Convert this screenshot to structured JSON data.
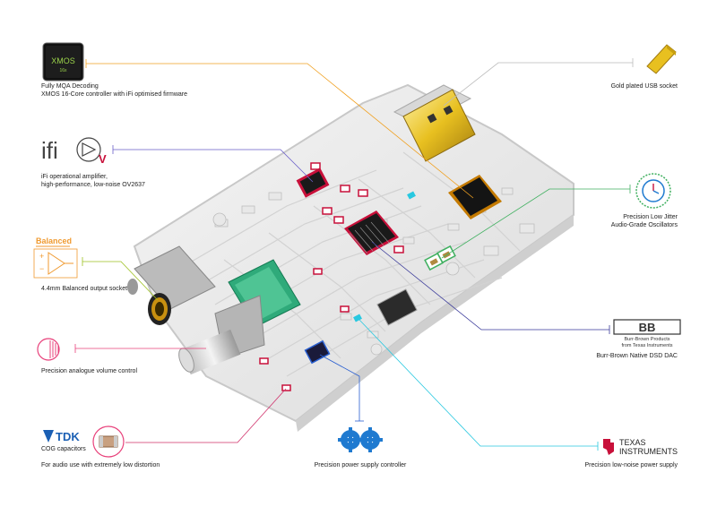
{
  "labels": {
    "mqa_line1": "Fully MQA Decoding",
    "mqa_line2": "XMOS 16-Core controller with iFi optimised firmware",
    "opamp_line1": "iFi operational amplifier,",
    "opamp_line2": "high-performance, low-noise OV2637",
    "balanced_output": "4.4mm Balanced output socket",
    "volume_control": "Precision analogue volume control",
    "cog_caps": "COG capacitors",
    "cog_usage": "For audio use with extremely low distortion",
    "power_controller": "Precision power supply controller",
    "power_supply": "Precision low-noise power supply",
    "usb_socket": "Gold plated USB socket",
    "oscillators_line1": "Precision Low Jitter",
    "oscillators_line2": "Audio-Grade Oscillators",
    "dac": "Burr-Brown Native DSD DAC"
  },
  "logos": {
    "xmos_text": "XMOS",
    "xmos_sub": "16x",
    "ifi_text": "ifi",
    "opamp_letter": "V",
    "balanced_text": "Balanced",
    "tdk_text": "TDK",
    "bb_letters": "BB",
    "bb_line1": "Burr-Brown Products",
    "bb_line2": "from Texas Instruments",
    "ti_line1": "TEXAS",
    "ti_line2": "INSTRUMENTS"
  },
  "colors": {
    "mqa_line": "#f0a020",
    "opamp_line": "#6a5fc8",
    "balanced_line": "#9cc020",
    "volume_line": "#e8407a",
    "cog_line": "#d0306a",
    "power_ctrl_line": "#2a5fd0",
    "power_supply_line": "#28c8e0",
    "usb_line": "#bbbbbb",
    "osc_line": "#40b060",
    "dac_line": "#3a3a9a",
    "balanced_accent": "#f09a30",
    "ti_red": "#c8102e",
    "usb_gold": "#e8c020",
    "pcb_chip_green": "#2faa7a"
  }
}
